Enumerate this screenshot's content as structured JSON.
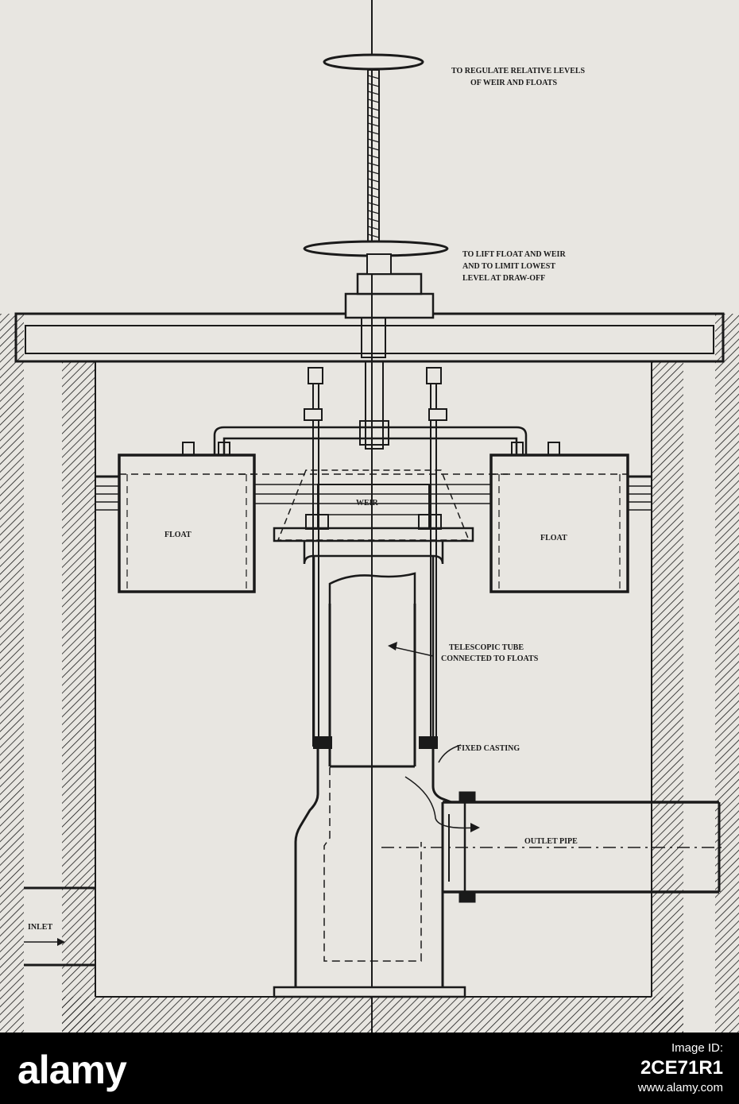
{
  "labels": {
    "regulate_line1": "TO REGULATE RELATIVE LEVELS",
    "regulate_line2": "OF WEIR AND FLOATS",
    "lift_line1": "TO LIFT FLOAT AND WEIR",
    "lift_line2": "AND TO LIMIT LOWEST",
    "lift_line3": "LEVEL AT DRAW-OFF",
    "float_left": "FLOAT",
    "float_right": "FLOAT",
    "weir": "WEIR",
    "tube_line1": "TELESCOPIC TUBE",
    "tube_line2": "CONNECTED TO FLOATS",
    "fixed_casting": "FIXED CASTING",
    "outlet_pipe": "OUTLET PIPE",
    "inlet": "INLET"
  },
  "watermark": {
    "brand": "alamy",
    "label": "Image ID:",
    "id": "2CE71R1",
    "url": "www.alamy.com"
  },
  "colors": {
    "paper": "#e8e6e1",
    "ink": "#1a1a1a",
    "bar": "#000000"
  }
}
